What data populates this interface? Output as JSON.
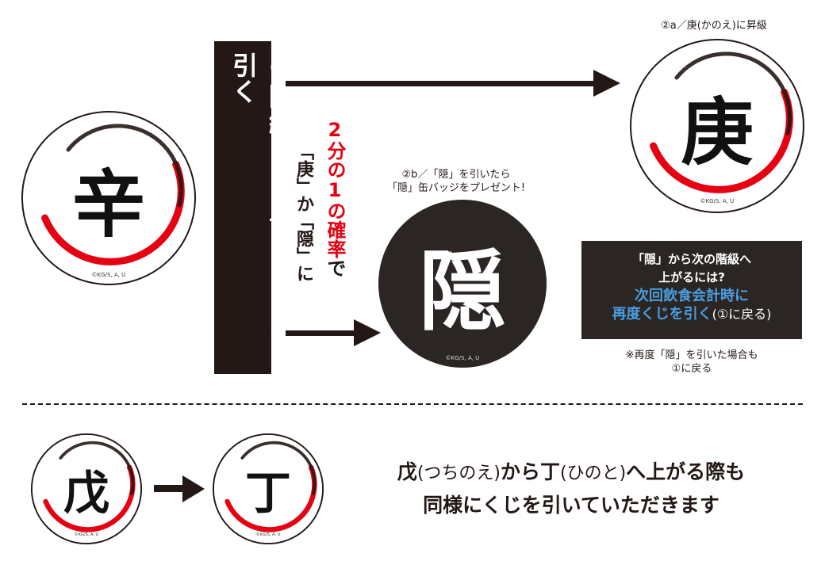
{
  "badges": {
    "shin": {
      "kanji": "辛",
      "copyright": "©KG/S, A, U"
    },
    "kanoe": {
      "kanji": "庚",
      "copyright": "©KG/S, A, U"
    },
    "kakushi": {
      "kanji": "隠",
      "copyright": "©KG/S, A, U"
    },
    "tsuchinoe": {
      "kanji": "戊",
      "copyright": "©KG/S, A, U"
    },
    "hinoto": {
      "kanji": "丁",
      "copyright": "©KG/S, A, U"
    }
  },
  "step1_label": "①階級アップ前にくじを引く",
  "chance": {
    "red": "2分の1の確率",
    "black": "で",
    "col2": "「庚」か「隠」に"
  },
  "caption_2a": "②a／庚(かのえ)に昇級",
  "caption_2b": {
    "line1": "②b／「隠」を引いたら",
    "line2": "「隠」缶バッジをプレゼント!"
  },
  "kakushi_box": {
    "line1": "「隠」から次の階級へ",
    "line2": "上がるには?",
    "line3": "次回飲食会計時に",
    "line4_blue": "再度くじを引く",
    "line4_white": "(①に戻る)"
  },
  "note": {
    "line1": "※再度「隠」を引いた場合も",
    "line2": "①に戻る"
  },
  "bottom_text": {
    "line1_a": "戊",
    "line1_b": "(つちのえ)",
    "line1_c": "から丁",
    "line1_d": "(ひのと)",
    "line1_e": "へ上がる際も",
    "line2": "同様にくじを引いていただきます"
  },
  "colors": {
    "red": "#e50012",
    "blue": "#4a9ee0",
    "dark": "#231815",
    "box": "#2b2624"
  }
}
